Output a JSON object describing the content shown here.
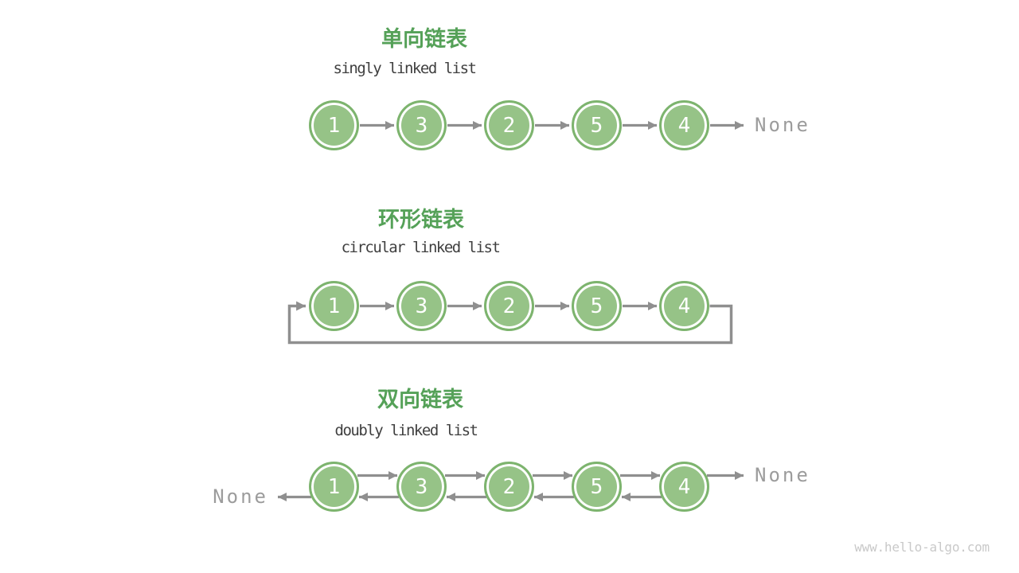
{
  "colors": {
    "node_fill": "#96C387",
    "node_border": "#7DB46E",
    "title_green": "#55A158",
    "arrow_gray": "#8F8F8F",
    "none_gray": "#9C9C9C",
    "subtitle_dark": "#3F3F3F",
    "watermark_gray": "#C9C9C9"
  },
  "sections": {
    "singly": {
      "title": "单向链表",
      "subtitle": "singly linked list",
      "nodes": [
        "1",
        "3",
        "2",
        "5",
        "4"
      ],
      "tail_label": "None"
    },
    "circular": {
      "title": "环形链表",
      "subtitle": "circular linked list",
      "nodes": [
        "1",
        "3",
        "2",
        "5",
        "4"
      ]
    },
    "doubly": {
      "title": "双向链表",
      "subtitle": "doubly linked list",
      "nodes": [
        "1",
        "3",
        "2",
        "5",
        "4"
      ],
      "head_label": "None",
      "tail_label": "None"
    }
  },
  "watermark": "www.hello-algo.com"
}
